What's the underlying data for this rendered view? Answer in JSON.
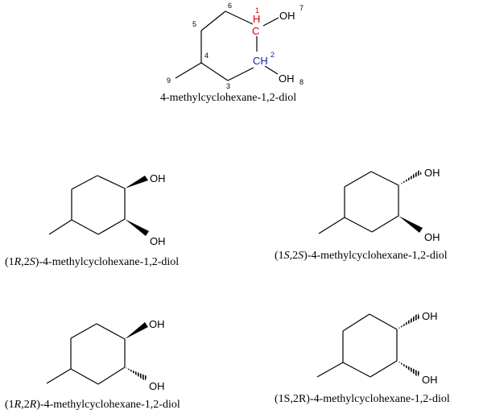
{
  "main_structure": {
    "name": "4-methylcyclohexane-1,2-diol",
    "atom_numbers": [
      "1",
      "2",
      "3",
      "4",
      "5",
      "6",
      "7",
      "8",
      "9"
    ],
    "labels": {
      "c1_h": "H",
      "c1_c": "C",
      "c2": "CH",
      "oh": "OH"
    },
    "colors": {
      "c1": "#d40000",
      "c2": "#1a1aa8",
      "bond": "#000000"
    }
  },
  "isomers": [
    {
      "prefix": "(1",
      "c1": "R",
      "sep": ",2",
      "c2": "S",
      "suffix": ")-4-methylcyclohexane-1,2-diol",
      "oh": "OH"
    },
    {
      "prefix": "(1",
      "c1": "S",
      "sep": ",2",
      "c2": "S",
      "suffix": ")-4-methylcyclohexane-1,2-diol",
      "oh": "OH"
    },
    {
      "prefix": "(1",
      "c1": "R",
      "sep": ",2",
      "c2": "R",
      "suffix": ")-4-methylcyclohexane-1,2-diol",
      "oh": "OH"
    },
    {
      "text": "(1S,2R)-4-methylcyclohexane-1,2-diol",
      "oh": "OH"
    }
  ]
}
